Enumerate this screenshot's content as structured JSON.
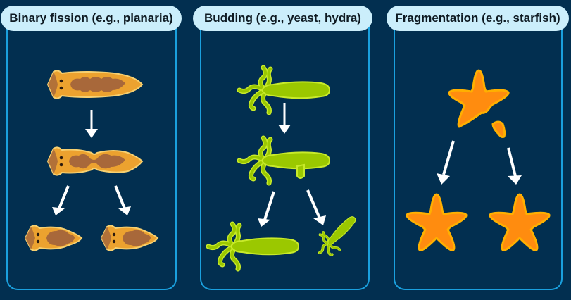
{
  "panels": [
    {
      "title": "Binary fission (e.g., planaria)",
      "organism": "planaria",
      "stages": [
        "whole planarian",
        "constricting planarian",
        "two daughter planarians"
      ]
    },
    {
      "title": "Budding (e.g., yeast, hydra)",
      "organism": "hydra",
      "stages": [
        "adult hydra",
        "hydra with bud",
        "adult hydra and detached bud"
      ]
    },
    {
      "title": "Fragmentation (e.g., starfish)",
      "organism": "starfish",
      "stages": [
        "starfish with broken arm fragment",
        "two regenerated starfish"
      ]
    }
  ],
  "colors": {
    "background": "#022f50",
    "panel_border": "#1aa0de",
    "pill_fill": "#cbeefb",
    "planaria_body": "#eca22f",
    "planaria_outline": "#f7d070",
    "planaria_gut": "#a8683a",
    "hydra": "#9bc800",
    "hydra_outline": "#c8ea2a",
    "starfish": "#ff8c0f",
    "starfish_outline": "#ffb000",
    "arrow": "#ffffff"
  }
}
